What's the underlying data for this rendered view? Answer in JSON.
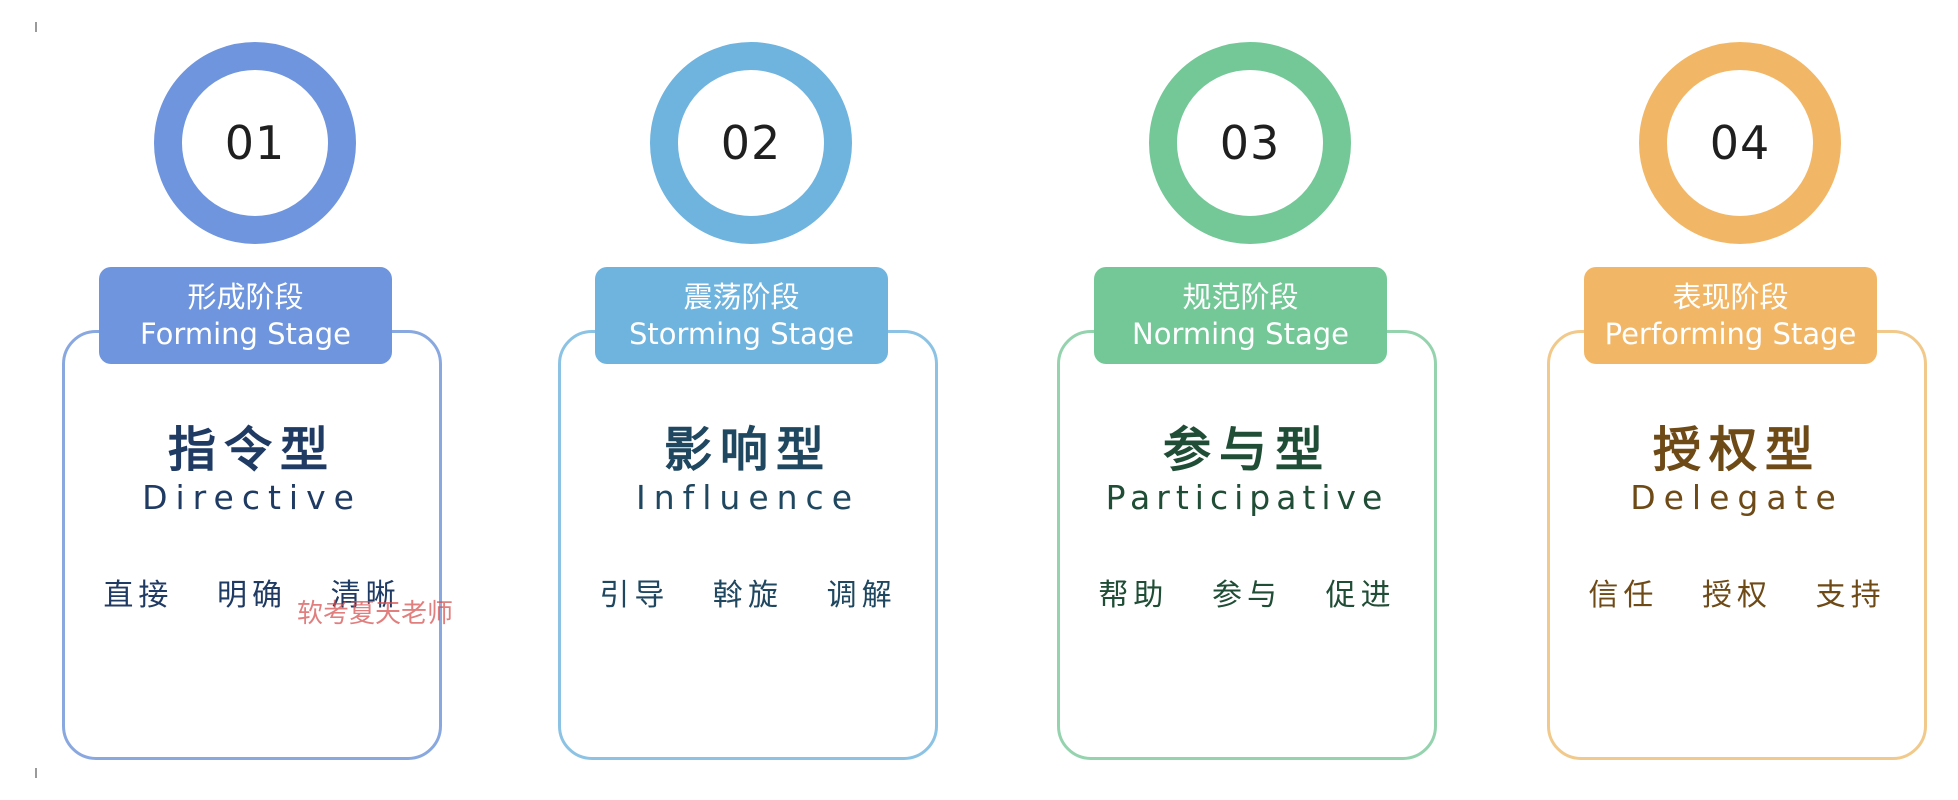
{
  "stages": [
    {
      "number": "01",
      "name_zh": "形成阶段",
      "name_en": "Forming Stage",
      "style_zh": "指令型",
      "style_en": "Directive",
      "keywords": [
        "直接",
        "明确",
        "清晰"
      ],
      "accent_color": "#6f95de",
      "border_color": "#8aa8e0",
      "text_color": "#1f3a63"
    },
    {
      "number": "02",
      "name_zh": "震荡阶段",
      "name_en": "Storming Stage",
      "style_zh": "影响型",
      "style_en": "Influence",
      "keywords": [
        "引导",
        "斡旋",
        "调解"
      ],
      "accent_color": "#6fb3df",
      "border_color": "#8cc3e4",
      "text_color": "#1f4760"
    },
    {
      "number": "03",
      "name_zh": "规范阶段",
      "name_en": "Norming Stage",
      "style_zh": "参与型",
      "style_en": "Participative",
      "keywords": [
        "帮助",
        "参与",
        "促进"
      ],
      "accent_color": "#74c897",
      "border_color": "#95d3ae",
      "text_color": "#1f4d35"
    },
    {
      "number": "04",
      "name_zh": "表现阶段",
      "name_en": "Performing Stage",
      "style_zh": "授权型",
      "style_en": "Delegate",
      "keywords": [
        "信任",
        "授权",
        "支持"
      ],
      "accent_color": "#f2b766",
      "border_color": "#f1c98a",
      "text_color": "#6e4a17"
    }
  ],
  "watermark": "软考夏天老师"
}
